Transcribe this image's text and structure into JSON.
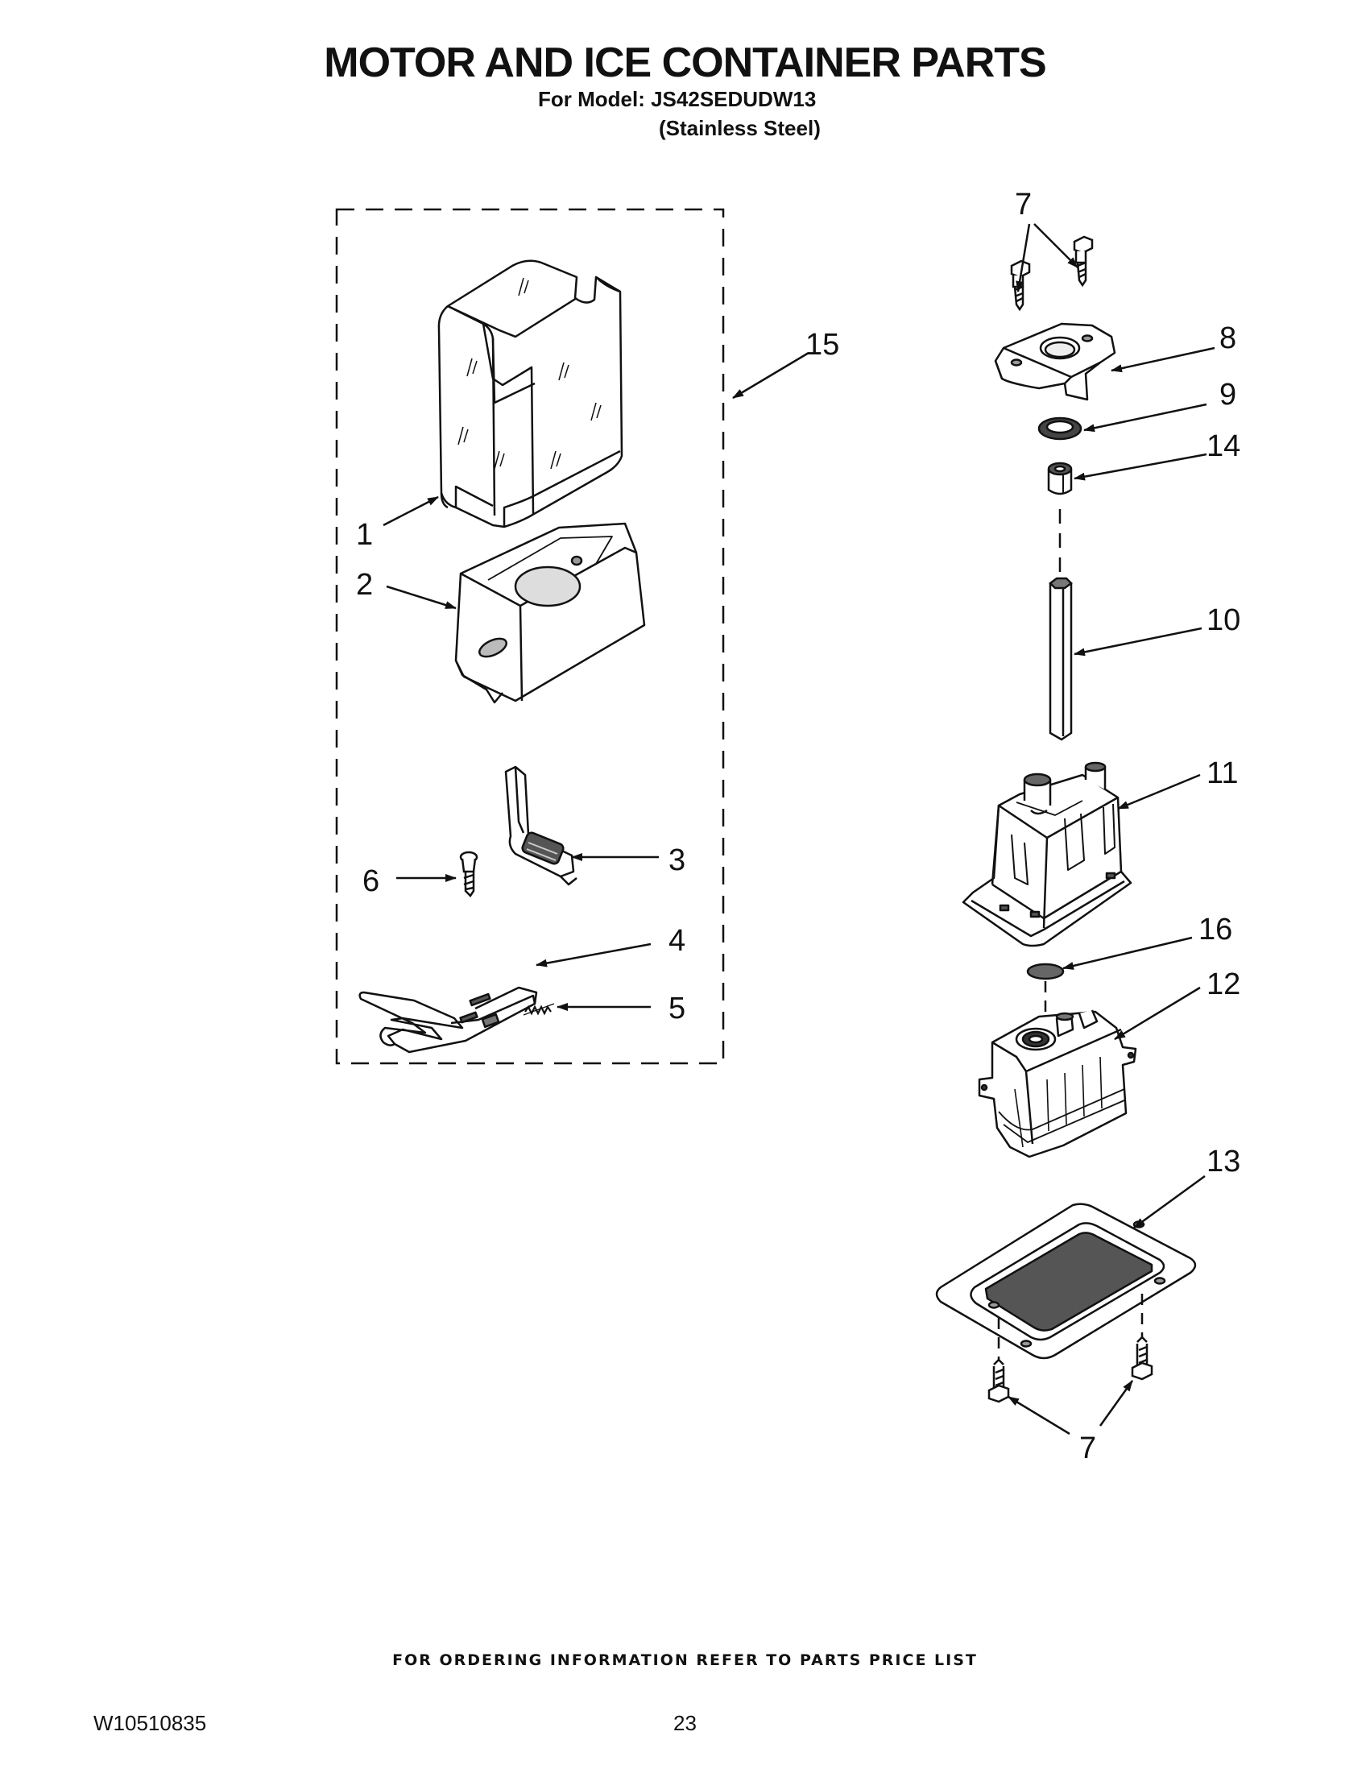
{
  "header": {
    "title": "MOTOR AND ICE CONTAINER PARTS",
    "model_line": "For Model: JS42SEDUDW13",
    "finish_line": "(Stainless Steel)"
  },
  "callouts": {
    "c1": "1",
    "c2": "2",
    "c3": "3",
    "c4": "4",
    "c5": "5",
    "c6": "6",
    "c7_top": "7",
    "c7_bottom": "7",
    "c8": "8",
    "c9": "9",
    "c10": "10",
    "c11": "11",
    "c12": "12",
    "c13": "13",
    "c14": "14",
    "c15": "15",
    "c16": "16"
  },
  "footer": {
    "ordering_note": "FOR ORDERING INFORMATION REFER TO PARTS PRICE LIST",
    "document_number": "W10510835",
    "page_number": "23"
  }
}
